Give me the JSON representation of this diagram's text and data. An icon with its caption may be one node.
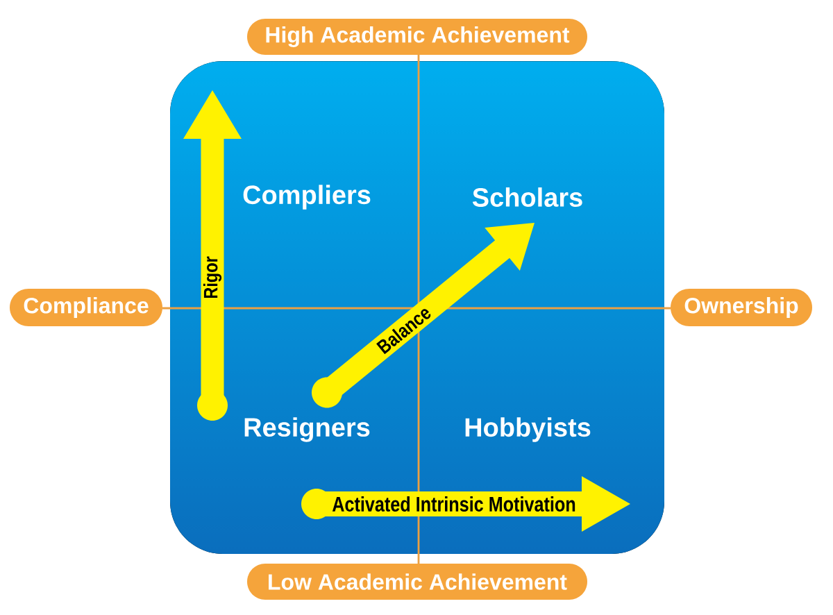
{
  "diagram": {
    "nodes": [
      {
        "text": [
          "High Academic Achievement"
        ]
      },
      {
        "text": [
          "Compliance"
        ]
      },
      {
        "text": [
          "Ownership"
        ]
      },
      {
        "text": [
          "Low Academic Achievement"
        ]
      }
    ],
    "labels": [
      "Compliers",
      "Scholars",
      "Rigor",
      "Balance",
      "Resigners",
      "Hobbyists",
      "Activated Intrinsic Motivation"
    ]
  }
}
